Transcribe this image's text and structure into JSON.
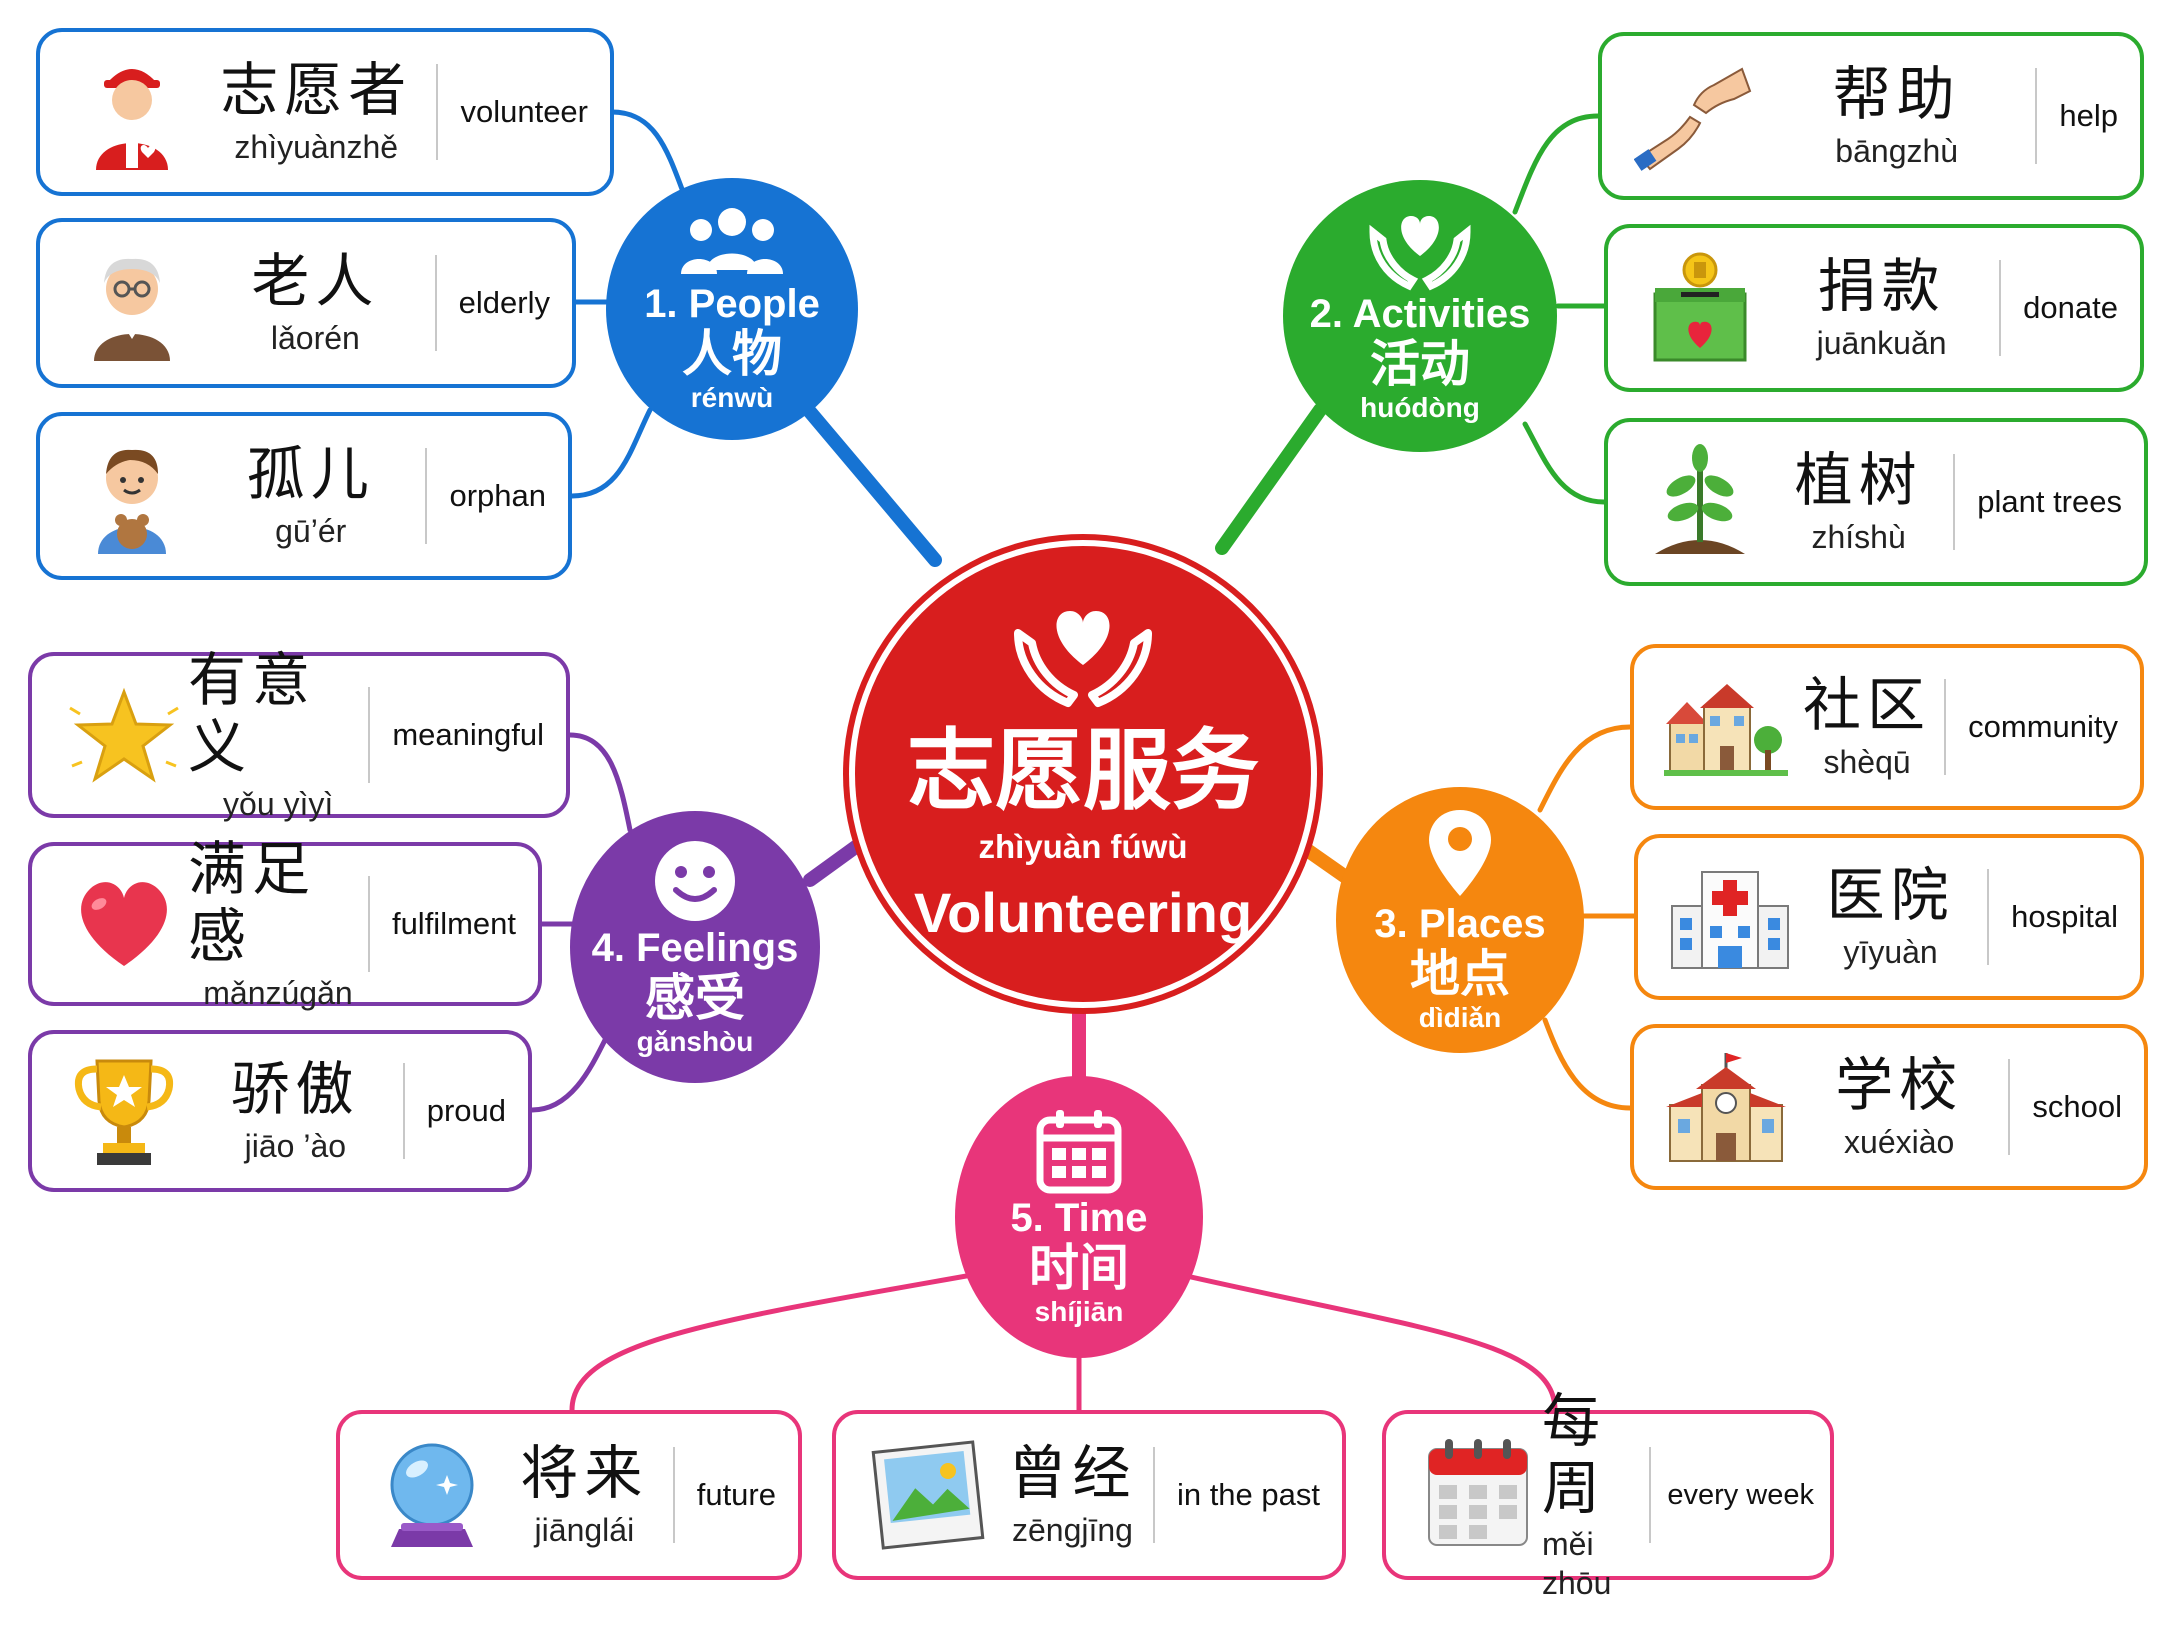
{
  "center": {
    "title_hanzi": "志愿服务",
    "title_pinyin": "zhìyuàn fúwù",
    "title_english": "Volunteering",
    "color": "#d81e1e"
  },
  "branches": [
    {
      "id": "people",
      "label": "1. People",
      "hanzi": "人物",
      "pinyin": "rénwù",
      "color": "#1673d3",
      "icon": "people-icon",
      "items": [
        {
          "hanzi": "志愿者",
          "pinyin": "zhìyuànzhě",
          "english": "volunteer",
          "icon": "volunteer-icon"
        },
        {
          "hanzi": "老人",
          "pinyin": "lǎorén",
          "english": "elderly",
          "icon": "elderly-icon"
        },
        {
          "hanzi": "孤儿",
          "pinyin": "gū’ér",
          "english": "orphan",
          "icon": "orphan-icon"
        }
      ]
    },
    {
      "id": "activities",
      "label": "2. Activities",
      "hanzi": "活动",
      "pinyin": "huódòng",
      "color": "#2bab2e",
      "icon": "heart-hands-icon",
      "items": [
        {
          "hanzi": "帮助",
          "pinyin": "bāngzhù",
          "english": "help",
          "icon": "helping-hands-icon"
        },
        {
          "hanzi": "捐款",
          "pinyin": "juānkuǎn",
          "english": "donate",
          "icon": "donation-box-icon"
        },
        {
          "hanzi": "植树",
          "pinyin": "zhíshù",
          "english": "plant trees",
          "icon": "tree-sapling-icon"
        }
      ]
    },
    {
      "id": "places",
      "label": "3. Places",
      "hanzi": "地点",
      "pinyin": "dìdiǎn",
      "color": "#f5870f",
      "icon": "location-pin-icon",
      "items": [
        {
          "hanzi": "社区",
          "pinyin": "shèqū",
          "english": "community",
          "icon": "community-icon"
        },
        {
          "hanzi": "医院",
          "pinyin": "yīyuàn",
          "english": "hospital",
          "icon": "hospital-icon"
        },
        {
          "hanzi": "学校",
          "pinyin": "xuéxiào",
          "english": "school",
          "icon": "school-icon"
        }
      ]
    },
    {
      "id": "feelings",
      "label": "4. Feelings",
      "hanzi": "感受",
      "pinyin": "gǎnshòu",
      "color": "#7b3aa8",
      "icon": "smiley-icon",
      "items": [
        {
          "hanzi": "有意义",
          "pinyin": "yǒu yìyì",
          "english": "meaningful",
          "icon": "star-icon"
        },
        {
          "hanzi": "满足感",
          "pinyin": "mǎnzúgǎn",
          "english": "fulfilment",
          "icon": "heart-icon"
        },
        {
          "hanzi": "骄傲",
          "pinyin": "jiāo ’ào",
          "english": "proud",
          "icon": "trophy-icon"
        }
      ]
    },
    {
      "id": "time",
      "label": "5. Time",
      "hanzi": "时间",
      "pinyin": "shíjiān",
      "color": "#e8357a",
      "icon": "calendar-icon",
      "items": [
        {
          "hanzi": "将来",
          "pinyin": "jiānglái",
          "english": "future",
          "icon": "crystal-ball-icon"
        },
        {
          "hanzi": "曾经",
          "pinyin": "zēngjīng",
          "english": "in the past",
          "icon": "photo-icon"
        },
        {
          "hanzi": "每周",
          "pinyin": "měi zhōu",
          "english": "every week",
          "icon": "weekly-calendar-icon"
        }
      ]
    }
  ]
}
